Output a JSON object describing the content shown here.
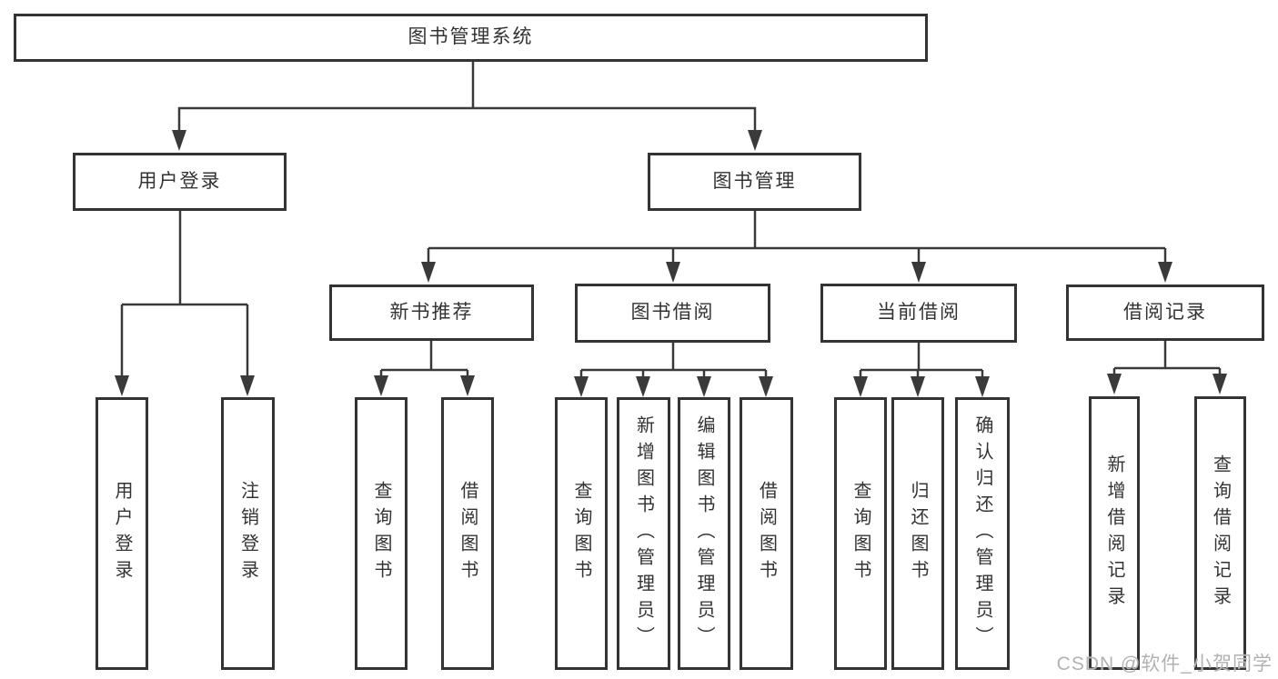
{
  "diagram": {
    "type": "hierarchy-diagram",
    "root": "图书管理系统",
    "level2": [
      "用户登录",
      "图书管理"
    ],
    "level3": [
      "新书推荐",
      "图书借阅",
      "当前借阅",
      "借阅记录"
    ],
    "leaves": {
      "user_login": [
        "用户登录",
        "注销登录"
      ],
      "new_book_recommend": [
        "查询图书",
        "借阅图书"
      ],
      "book_borrow": [
        "查询图书",
        "新增图书（管理员）",
        "编辑图书（管理员）",
        "借阅图书"
      ],
      "current_borrow": [
        "查询图书",
        "归还图书",
        "确认归还（管理员）"
      ],
      "borrow_record": [
        "新增借阅记录",
        "查询借阅记录"
      ]
    }
  },
  "watermark": {
    "text": "CSDN @软件_小贺同学"
  },
  "colors": {
    "line": "#3a3a3a",
    "box_border": "#333333",
    "text": "#333333",
    "background": "#ffffff",
    "watermark": "#b3b1b1"
  }
}
